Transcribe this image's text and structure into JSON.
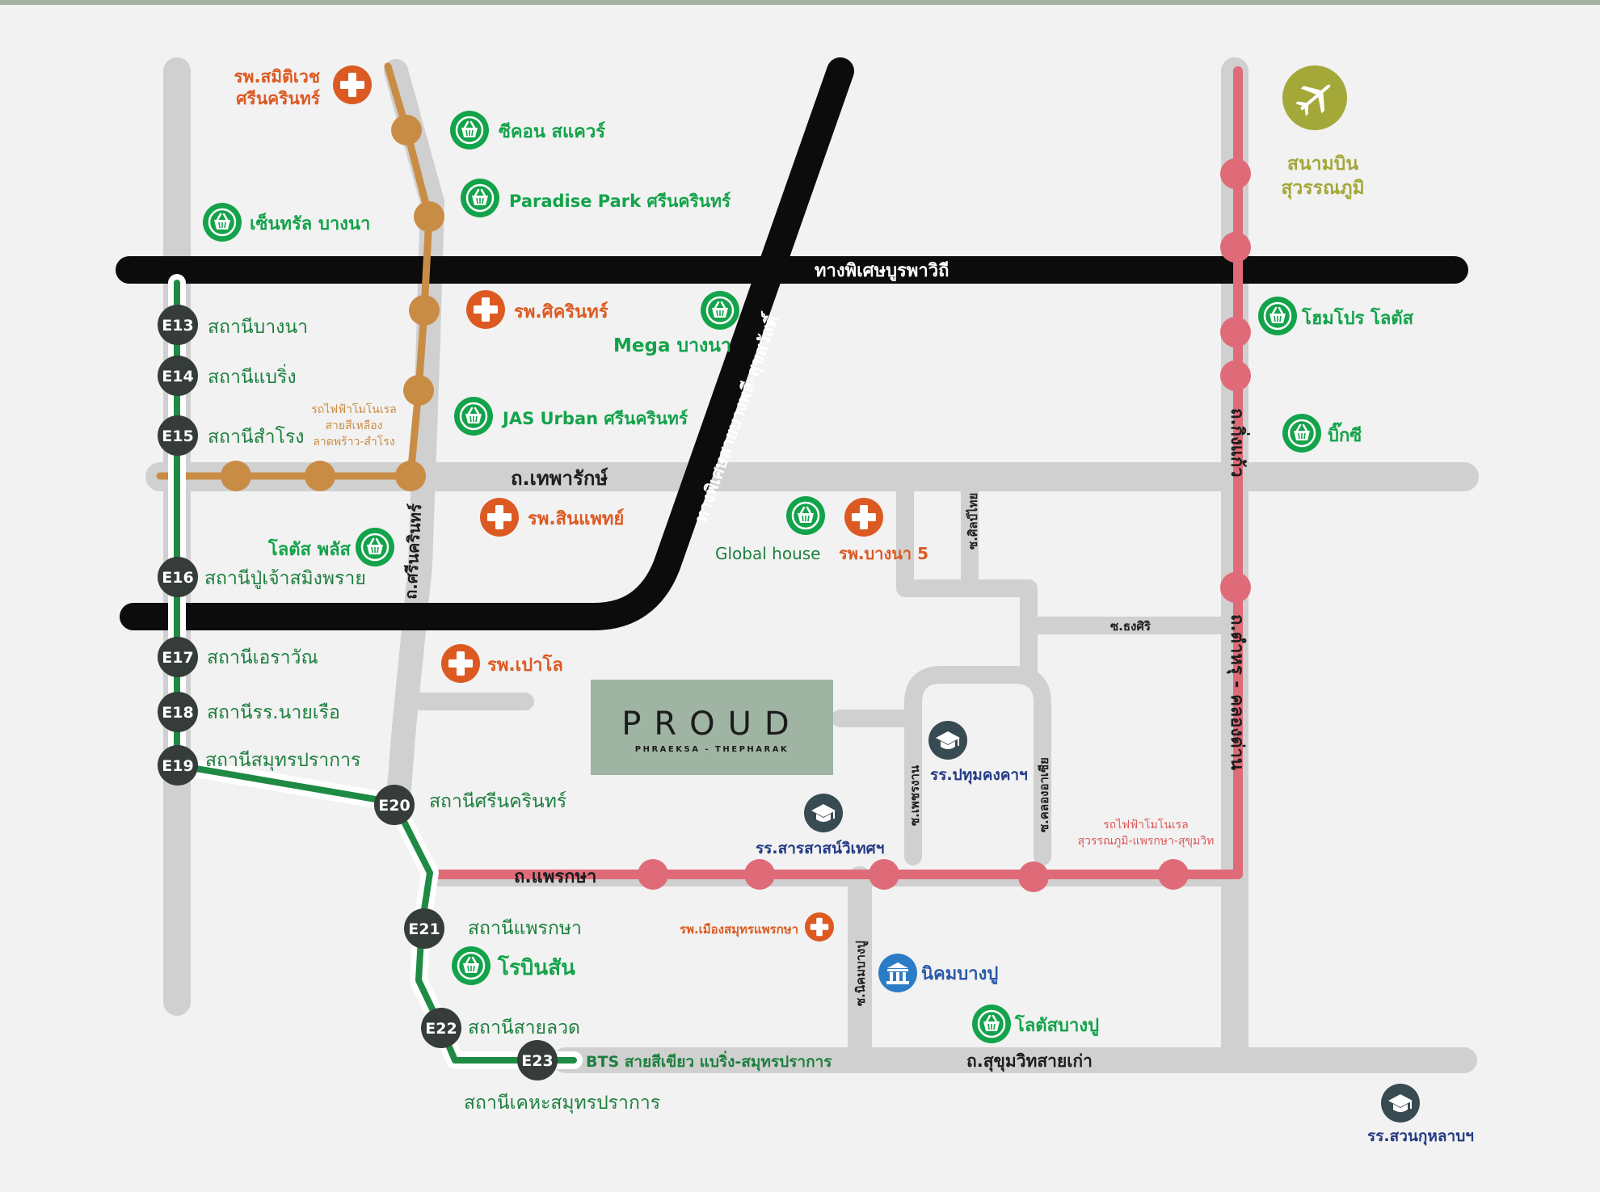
{
  "colors": {
    "background": "#f2f2f2",
    "top_band": "#a3b3a3",
    "road_minor": "#d0d0d0",
    "expressway": "#0c0c0c",
    "green_line": "#1f8a43",
    "yellow_line": "#c98c45",
    "pink_line": "#df6b78",
    "hospital": "#dc5a22",
    "shop": "#13a34a",
    "school": "#384a52",
    "airport": "#a3a839",
    "proud_box": "#9fb4a3",
    "station_badge": "#353c39",
    "label_green": "#1d7f3e",
    "label_navy": "#243a84",
    "label_road": "#1c1c1c"
  },
  "expressways": {
    "burapha": "ทางพิเศษบูรพาวิถี",
    "bangphli": "ทางพิเศษสายบางพลี-สุขสวัสดิ์"
  },
  "roads": {
    "theparak": "ถ.เทพารักษ์",
    "srinakarin": "ถ.ศรีนครินทร์",
    "praeksa": "ถ.แพรกษา",
    "kingkaew": "ถ.กิ่งแก้ว",
    "tamru": "ถ.ตำหรุ - คลองด่าน",
    "sukhumvit_old": "ถ.สุขุมวิทสายเก่า",
    "soi_sinthai": "ซ.ศิลป์ไทย",
    "soi_thongsiri": "ซ.ธงศิริ",
    "soi_phetcharan": "ซ.เพชรงาน",
    "soi_khlongasia": "ซ.คลองอาเซีย",
    "soi_nikhom": "ซ.นิคมบางปู"
  },
  "rail": {
    "yellow_line_note": [
      "รถไฟฟ้าโมโนเรล",
      "สายสีเหลือง",
      "ลาดพร้าว-สำโรง"
    ],
    "pink_line_note": [
      "รถไฟฟ้าโมโนเรล",
      "สุวรรณภูมิ-แพรกษา-สุขุมวิท"
    ],
    "bts_label": "BTS สายสีเขียว แบริ่ง-สมุทรปราการ",
    "terminal_station": "สถานีเคหะสมุทรปราการ"
  },
  "stations": [
    {
      "code": "E13",
      "name": "สถานีบางนา"
    },
    {
      "code": "E14",
      "name": "สถานีแบริ่ง"
    },
    {
      "code": "E15",
      "name": "สถานีสำโรง"
    },
    {
      "code": "E16",
      "name": "สถานีปู่เจ้าสมิงพราย"
    },
    {
      "code": "E17",
      "name": "สถานีเอราวัณ"
    },
    {
      "code": "E18",
      "name": "สถานีรร.นายเรือ"
    },
    {
      "code": "E19",
      "name": "สถานีสมุทรปราการ"
    },
    {
      "code": "E20",
      "name": "สถานีศรีนครินทร์"
    },
    {
      "code": "E21",
      "name": "สถานีแพรกษา"
    },
    {
      "code": "E22",
      "name": "สถานีสายลวด"
    },
    {
      "code": "E23",
      "name": ""
    }
  ],
  "hospitals": {
    "samitivej": [
      "รพ.สมิติเวช",
      "ศรีนครินทร์"
    ],
    "srinakarin": "รพ.ศิครินทร์",
    "sinphaet": "รพ.สินแพทย์",
    "bangna5": "รพ.บางนา 5",
    "paolo": "รพ.เปาโล",
    "mueang_praeksa": "รพ.เมืองสมุทรแพรกษา"
  },
  "shops": {
    "seacon": "ซีคอน สแควร์",
    "paradise": "Paradise Park ศรีนครินทร์",
    "central": "เซ็นทรัล บางนา",
    "mega": "Mega บางนา",
    "jas": "JAS Urban ศรีนครินทร์",
    "lotus_plus": "โลตัส พลัส",
    "global_house": "Global house",
    "homepro": "โฮมโปร โลตัส",
    "bigc": "บิ๊กซี",
    "robinson": "โรบินสัน",
    "lotus_bangpu": "โลตัสบางปู"
  },
  "schools": {
    "pathum": "รร.ปทุมคงคาฯ",
    "sarasas": "รร.สารสาสน์วิเทศฯ",
    "suankularb": "รร.สวนกุหลาบฯ"
  },
  "landmarks": {
    "airport": [
      "สนามบิน",
      "สุวรรณภูมิ"
    ],
    "industrial": "นิคมบางปู"
  },
  "project": {
    "name": "PROUD",
    "subtitle": "PHRAEKSA - THEPHARAK"
  },
  "icons": {
    "hospital": "hospital-cross-icon",
    "shop": "shopping-basket-icon",
    "school": "graduation-cap-icon",
    "airport": "airplane-icon",
    "industrial": "factory-building-icon"
  }
}
